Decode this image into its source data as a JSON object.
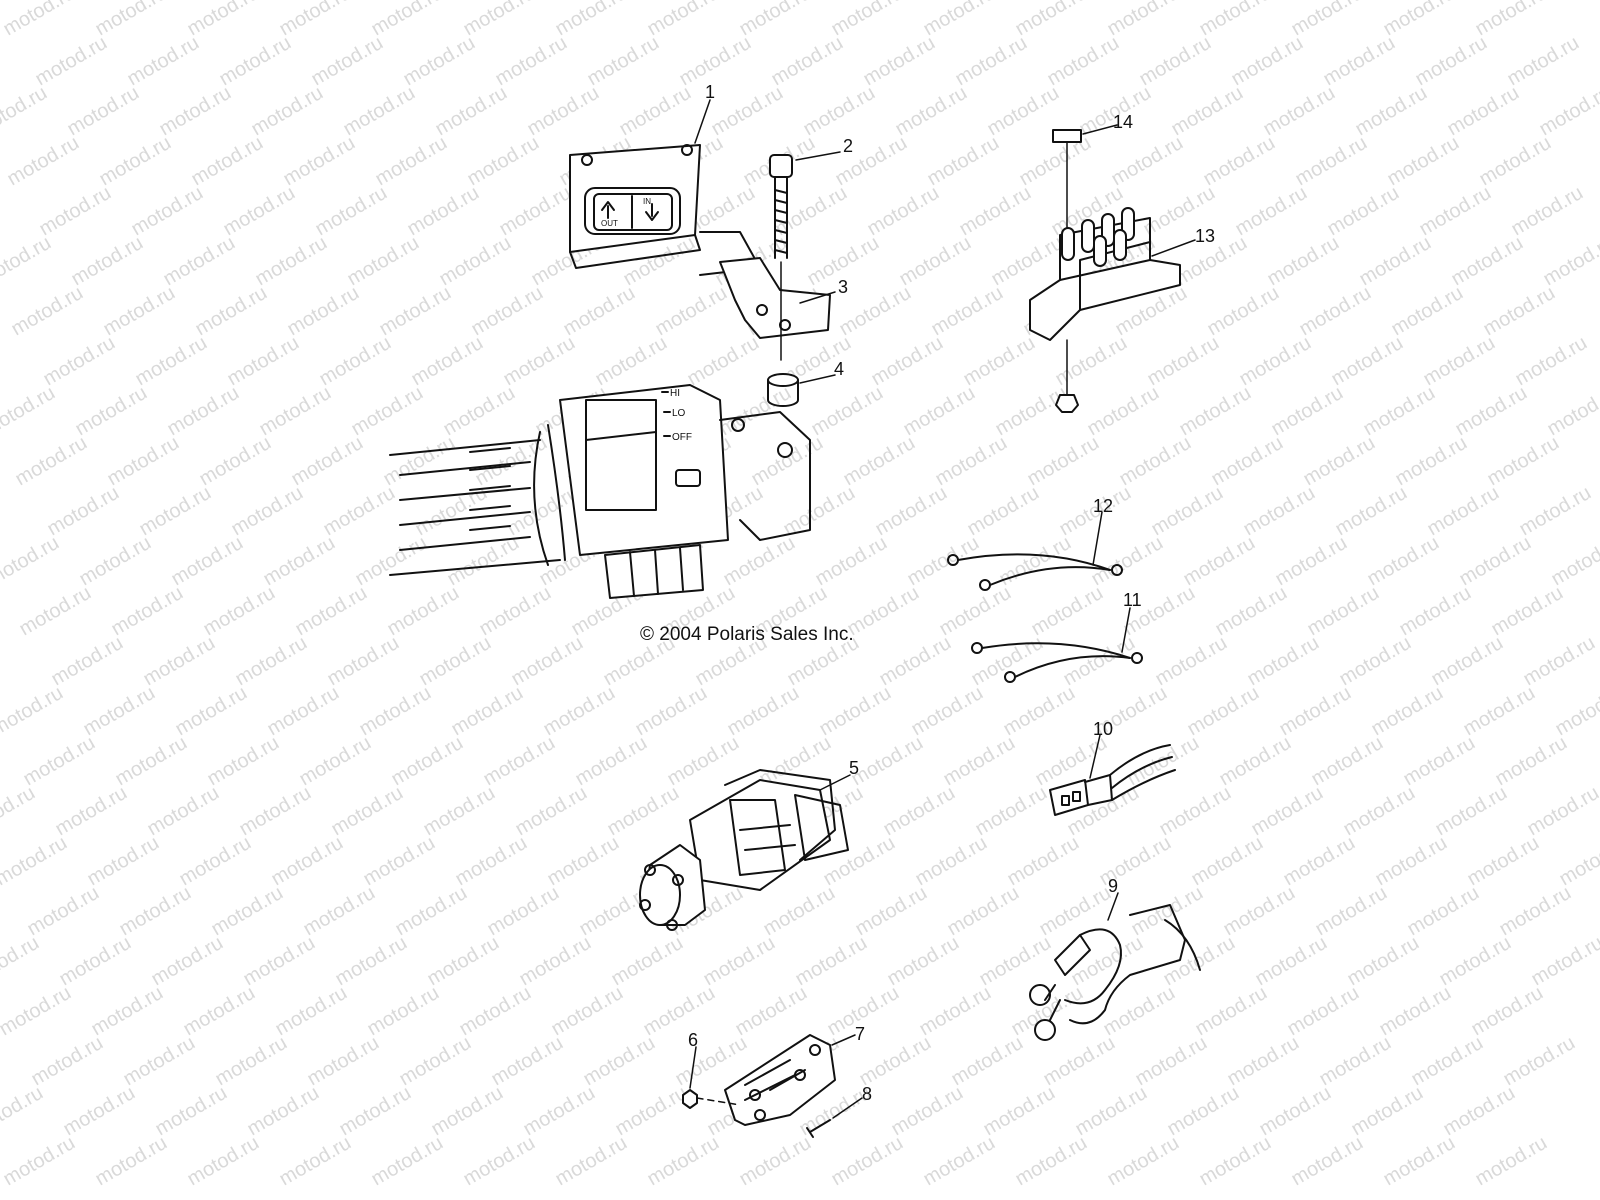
{
  "watermark": "motod.ru",
  "copyright": "© 2004 Polaris Sales Inc.",
  "switch_labels": {
    "out": "OUT",
    "in": "IN",
    "hi": "HI",
    "lo": "LO",
    "off": "OFF"
  },
  "callouts": [
    "1",
    "2",
    "3",
    "4",
    "5",
    "6",
    "7",
    "8",
    "9",
    "10",
    "11",
    "12",
    "13",
    "14"
  ],
  "parts": [
    {
      "number": "1",
      "icon": "winch-rocker-switch-icon"
    },
    {
      "number": "2",
      "icon": "bolt-icon"
    },
    {
      "number": "3",
      "icon": "mounting-bracket-icon"
    },
    {
      "number": "4",
      "icon": "spacer-icon"
    },
    {
      "number": "5",
      "icon": "winch-motor-icon"
    },
    {
      "number": "6",
      "icon": "nut-icon"
    },
    {
      "number": "7",
      "icon": "roller-fairlead-icon"
    },
    {
      "number": "8",
      "icon": "screw-icon"
    },
    {
      "number": "9",
      "icon": "winch-hook-icon"
    },
    {
      "number": "10",
      "icon": "connector-harness-icon"
    },
    {
      "number": "11",
      "icon": "cable-pair-icon"
    },
    {
      "number": "12",
      "icon": "cable-pair-icon"
    },
    {
      "number": "13",
      "icon": "contactor-icon"
    },
    {
      "number": "14",
      "icon": "bolt-icon"
    }
  ]
}
